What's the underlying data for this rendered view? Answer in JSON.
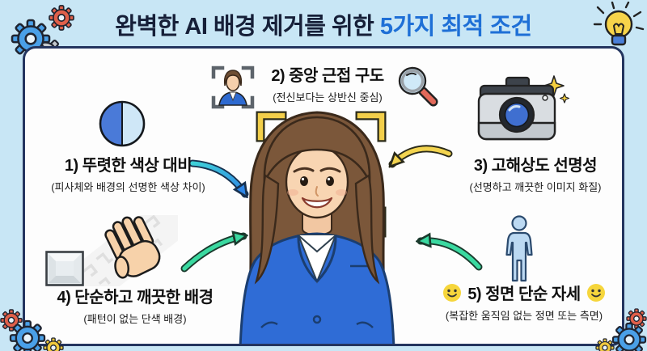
{
  "title": {
    "prefix": "완벽한 AI 배경 제거를 위한",
    "highlight": "5가지 최적 조건"
  },
  "conditions": [
    {
      "label": "1) 뚜렷한 색상 대비",
      "subtitle": "(피사체와 배경의 선명한 색상 차이)",
      "icon": "color-contrast-circle-icon"
    },
    {
      "label": "2) 중앙 근접 구도",
      "subtitle": "(전신보다는 상반신 중심)",
      "icon": "framed-portrait-icon"
    },
    {
      "label": "3) 고해상도 선명성",
      "subtitle": "(선명하고 깨끗한 이미지 화질)",
      "icon": "camera-icon"
    },
    {
      "label": "4) 단순하고 깨끗한 배경",
      "subtitle": "(패턴이 없는 단색 배경)",
      "icon": "plain-background-hand-icon"
    },
    {
      "label": "5) 정면 단순 자세",
      "subtitle": "(복잡한 움직임 없는 정면 또는 측면)",
      "icon": "standing-person-icon"
    }
  ],
  "colors": {
    "background": "#c8e6f5",
    "panel": "#fdfdfd",
    "panel_border": "#24355f",
    "title_text": "#161f38",
    "title_highlight": "#1e6fd6",
    "arrow_blue": "#2e86e6",
    "arrow_yellow": "#f3d44f",
    "arrow_green": "#3ad9a0",
    "focus_frame": "#f3cf4a",
    "suit_blue": "#2f6cd6"
  }
}
